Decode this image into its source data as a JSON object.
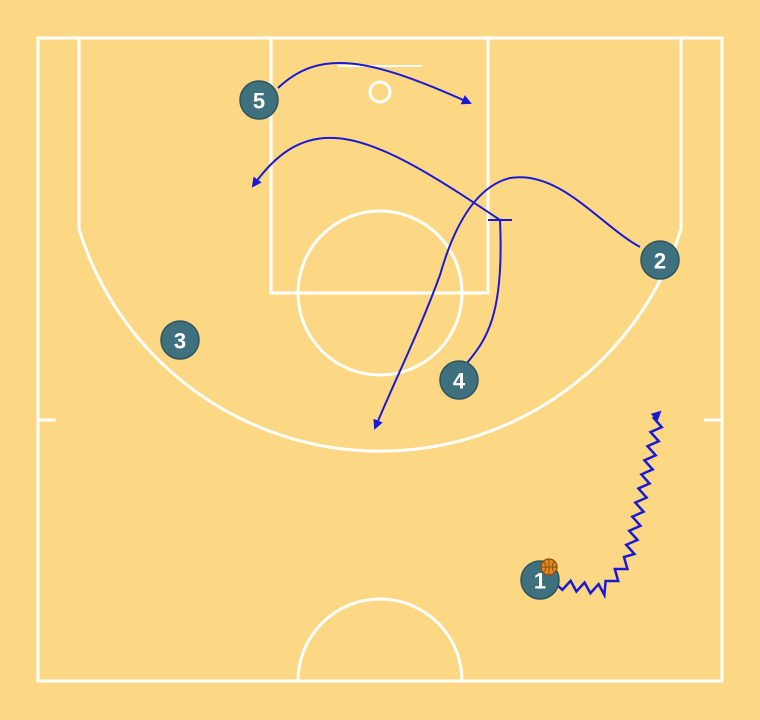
{
  "colors": {
    "court_floor": "#FCD884",
    "court_lines": "#FFFFFF",
    "player_fill": "#3E707E",
    "player_text": "#FFFFFF",
    "movement": "#1A1AD6",
    "ball": "#E08A1E"
  },
  "players": [
    {
      "id": "1",
      "label": "1",
      "has_ball": true
    },
    {
      "id": "2",
      "label": "2",
      "has_ball": false
    },
    {
      "id": "3",
      "label": "3",
      "has_ball": false
    },
    {
      "id": "4",
      "label": "4",
      "has_ball": false
    },
    {
      "id": "5",
      "label": "5",
      "has_ball": false
    }
  ],
  "actions": [
    {
      "player": "1",
      "type": "dribble"
    },
    {
      "player": "2",
      "type": "cut"
    },
    {
      "player": "4",
      "type": "screen"
    },
    {
      "player": "4",
      "type": "cut"
    },
    {
      "player": "5",
      "type": "cut"
    }
  ],
  "icons": {
    "ball": "basketball-icon"
  }
}
